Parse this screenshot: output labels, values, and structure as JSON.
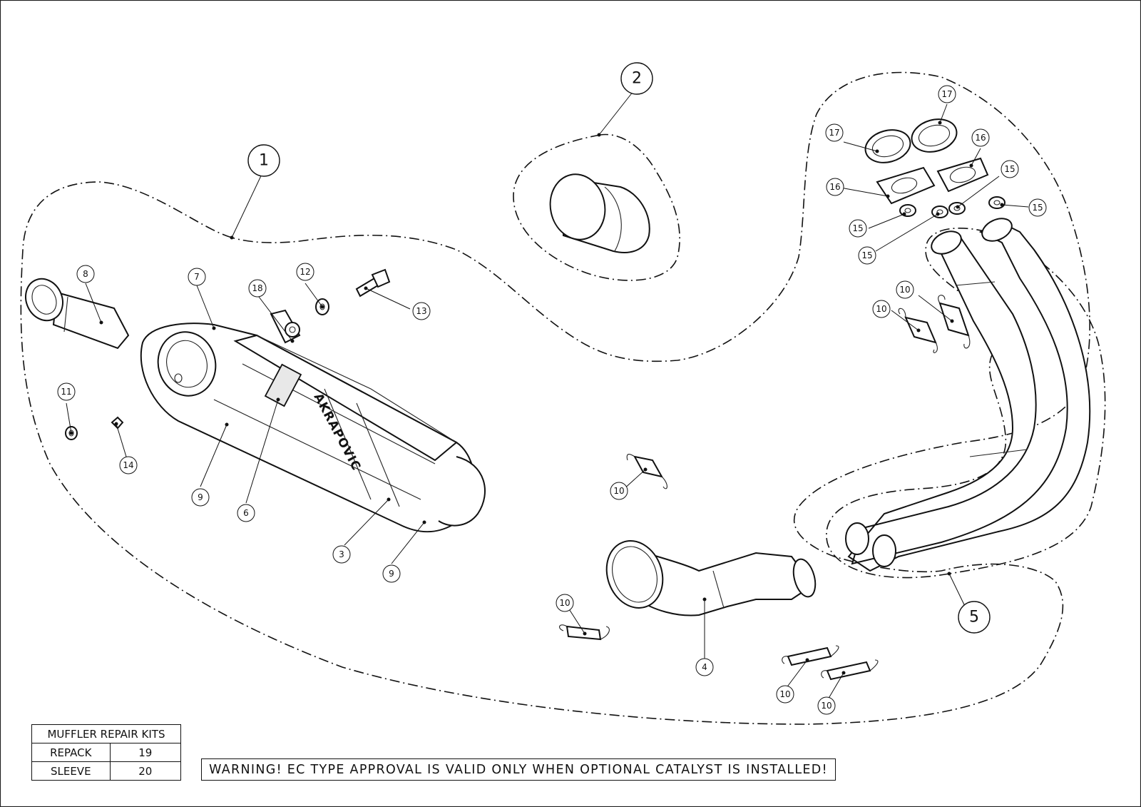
{
  "drawing": {
    "brand_text": "AKRAPOVIC",
    "group_callouts": [
      {
        "id": "group-1",
        "label": "1"
      },
      {
        "id": "group-2",
        "label": "2"
      },
      {
        "id": "group-5",
        "label": "5"
      }
    ],
    "part_callouts": [
      {
        "id": "c8",
        "label": "8"
      },
      {
        "id": "c7",
        "label": "7"
      },
      {
        "id": "c18",
        "label": "18"
      },
      {
        "id": "c12",
        "label": "12"
      },
      {
        "id": "c13",
        "label": "13"
      },
      {
        "id": "c11",
        "label": "11"
      },
      {
        "id": "c14",
        "label": "14"
      },
      {
        "id": "c9a",
        "label": "9"
      },
      {
        "id": "c6",
        "label": "6"
      },
      {
        "id": "c3",
        "label": "3"
      },
      {
        "id": "c9b",
        "label": "9"
      },
      {
        "id": "c17a",
        "label": "17"
      },
      {
        "id": "c17b",
        "label": "17"
      },
      {
        "id": "c16a",
        "label": "16"
      },
      {
        "id": "c16b",
        "label": "16"
      },
      {
        "id": "c15a",
        "label": "15"
      },
      {
        "id": "c15b",
        "label": "15"
      },
      {
        "id": "c15c",
        "label": "15"
      },
      {
        "id": "c15d",
        "label": "15"
      },
      {
        "id": "c10a",
        "label": "10"
      },
      {
        "id": "c10b",
        "label": "10"
      },
      {
        "id": "c10c",
        "label": "10"
      },
      {
        "id": "c10d",
        "label": "10"
      },
      {
        "id": "c10e",
        "label": "10"
      },
      {
        "id": "c10f",
        "label": "10"
      },
      {
        "id": "c4",
        "label": "4"
      }
    ]
  },
  "repair_kits": {
    "title": "MUFFLER REPAIR KITS",
    "rows": [
      {
        "label": "REPACK",
        "code": "19"
      },
      {
        "label": "SLEEVE",
        "code": "20"
      }
    ]
  },
  "warning": "WARNING! EC TYPE APPROVAL IS VALID ONLY WHEN OPTIONAL CATALYST IS INSTALLED!"
}
